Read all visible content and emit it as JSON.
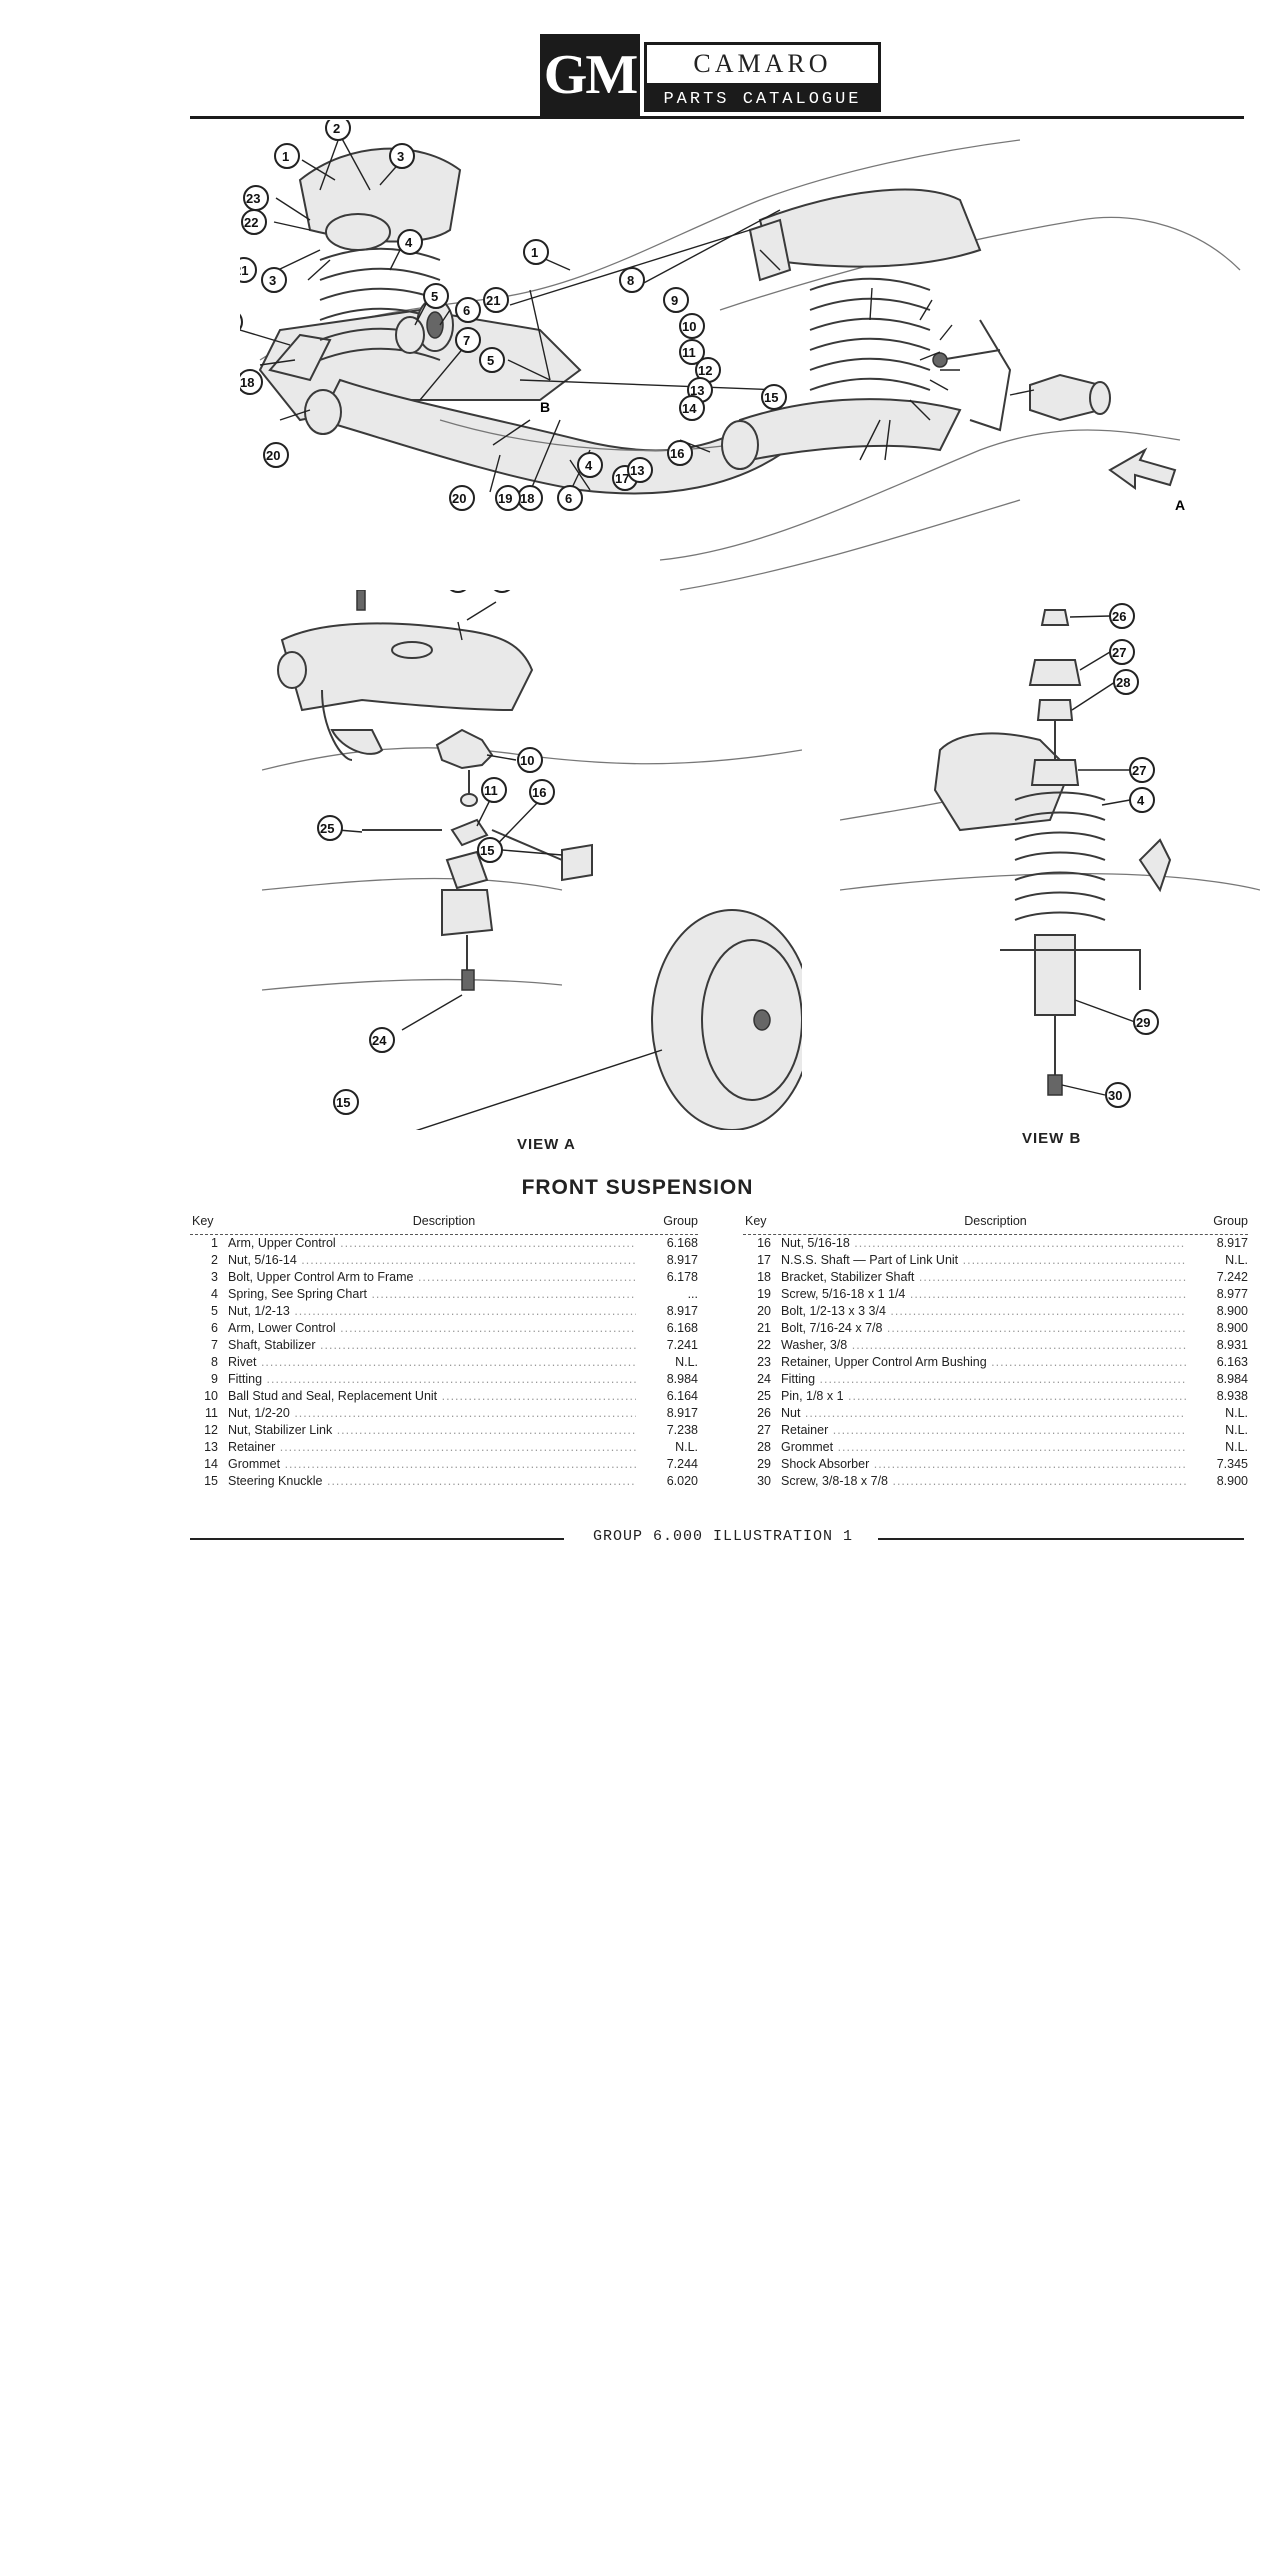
{
  "header": {
    "logo": "GM",
    "model": "CAMARO",
    "catalogue": "PARTS CATALOGUE"
  },
  "illustration": {
    "view_a_label": "VIEW A",
    "view_b_label": "VIEW B",
    "arrow_label_a": "A",
    "arrow_label_b": "B"
  },
  "section_title": "FRONT SUSPENSION",
  "table_headers": {
    "key": "Key",
    "description": "Description",
    "group": "Group"
  },
  "parts_left": [
    {
      "key": "1",
      "description": "Arm, Upper Control",
      "group": "6.168"
    },
    {
      "key": "2",
      "description": "Nut, 5/16-14",
      "group": "8.917"
    },
    {
      "key": "3",
      "description": "Bolt, Upper Control Arm to Frame",
      "group": "6.178"
    },
    {
      "key": "4",
      "description": "Spring, See Spring Chart",
      "group": "..."
    },
    {
      "key": "5",
      "description": "Nut, 1/2-13",
      "group": "8.917"
    },
    {
      "key": "6",
      "description": "Arm, Lower Control",
      "group": "6.168"
    },
    {
      "key": "7",
      "description": "Shaft, Stabilizer",
      "group": "7.241"
    },
    {
      "key": "8",
      "description": "Rivet",
      "group": "N.L."
    },
    {
      "key": "9",
      "description": "Fitting",
      "group": "8.984"
    },
    {
      "key": "10",
      "description": "Ball Stud and Seal, Replacement Unit",
      "group": "6.164"
    },
    {
      "key": "11",
      "description": "Nut, 1/2-20",
      "group": "8.917"
    },
    {
      "key": "12",
      "description": "Nut, Stabilizer Link",
      "group": "7.238"
    },
    {
      "key": "13",
      "description": "Retainer",
      "group": "N.L."
    },
    {
      "key": "14",
      "description": "Grommet",
      "group": "7.244"
    },
    {
      "key": "15",
      "description": "Steering Knuckle",
      "group": "6.020"
    }
  ],
  "parts_right": [
    {
      "key": "16",
      "description": "Nut, 5/16-18",
      "group": "8.917"
    },
    {
      "key": "17",
      "description": "N.S.S. Shaft — Part of Link Unit",
      "group": "N.L."
    },
    {
      "key": "18",
      "description": "Bracket, Stabilizer Shaft",
      "group": "7.242"
    },
    {
      "key": "19",
      "description": "Screw, 5/16-18 x 1 1/4",
      "group": "8.977"
    },
    {
      "key": "20",
      "description": "Bolt, 1/2-13 x 3 3/4",
      "group": "8.900"
    },
    {
      "key": "21",
      "description": "Bolt, 7/16-24 x 7/8",
      "group": "8.900"
    },
    {
      "key": "22",
      "description": "Washer, 3/8",
      "group": "8.931"
    },
    {
      "key": "23",
      "description": "Retainer, Upper Control Arm Bushing",
      "group": "6.163"
    },
    {
      "key": "24",
      "description": "Fitting",
      "group": "8.984"
    },
    {
      "key": "25",
      "description": "Pin, 1/8 x 1",
      "group": "8.938"
    },
    {
      "key": "26",
      "description": "Nut",
      "group": "N.L."
    },
    {
      "key": "27",
      "description": "Retainer",
      "group": "N.L."
    },
    {
      "key": "28",
      "description": "Grommet",
      "group": "N.L."
    },
    {
      "key": "29",
      "description": "Shock Absorber",
      "group": "7.345"
    },
    {
      "key": "30",
      "description": "Screw, 3/8-18 x 7/8",
      "group": "8.900"
    }
  ],
  "footer": "GROUP 6.000 ILLUSTRATION 1"
}
